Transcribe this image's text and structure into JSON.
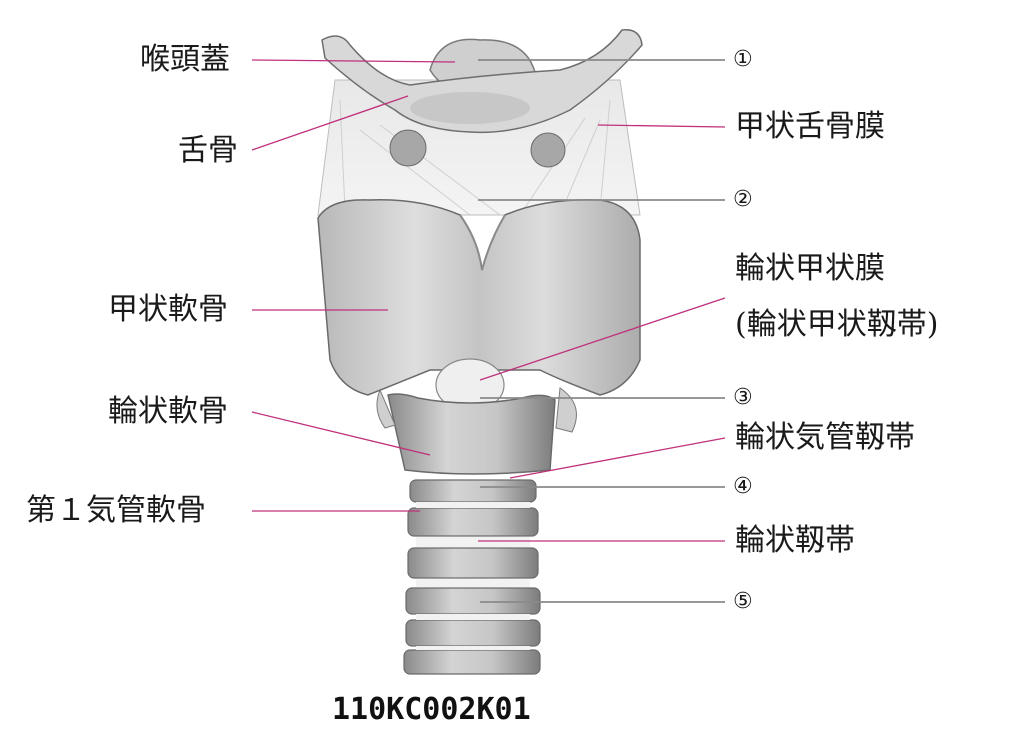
{
  "labels_left": [
    "喉頭蓋",
    "舌骨",
    "甲状軟骨",
    "輪状軟骨",
    "第１気管軟骨"
  ],
  "labels_right": [
    "甲状舌骨膜",
    "輪状甲状膜",
    "(輪状甲状靱帯)",
    "輪状気管靱帯",
    "輪状靱帯"
  ],
  "markers": [
    "①",
    "②",
    "③",
    "④",
    "⑤"
  ],
  "figure_code": "110KC002K01",
  "colors": {
    "leader_pink": "#c0307a",
    "leader_gray": "#8a8a8a",
    "cartilage": "#d2d2d2",
    "shadow": "#8c8c8c"
  }
}
